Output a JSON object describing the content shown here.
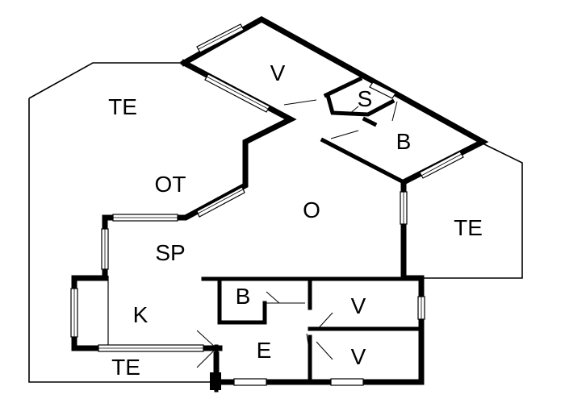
{
  "rooms": {
    "te_top_left": "TE",
    "v_top": "V",
    "s": "S",
    "b_top": "B",
    "ot": "OT",
    "o": "O",
    "te_right": "TE",
    "sp": "SP",
    "b_bottom": "B",
    "v_mid": "V",
    "k": "K",
    "e": "E",
    "v_bottom": "V",
    "te_bottom": "TE"
  }
}
